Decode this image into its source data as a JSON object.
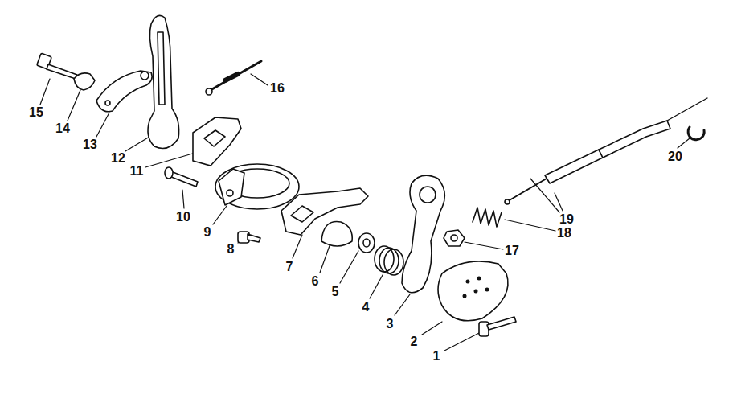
{
  "diagram": {
    "labels": [
      "15",
      "14",
      "13",
      "12",
      "16",
      "11",
      "10",
      "9",
      "8",
      "7",
      "6",
      "5",
      "4",
      "3",
      "2",
      "1",
      "17",
      "18",
      "19",
      "20"
    ]
  }
}
